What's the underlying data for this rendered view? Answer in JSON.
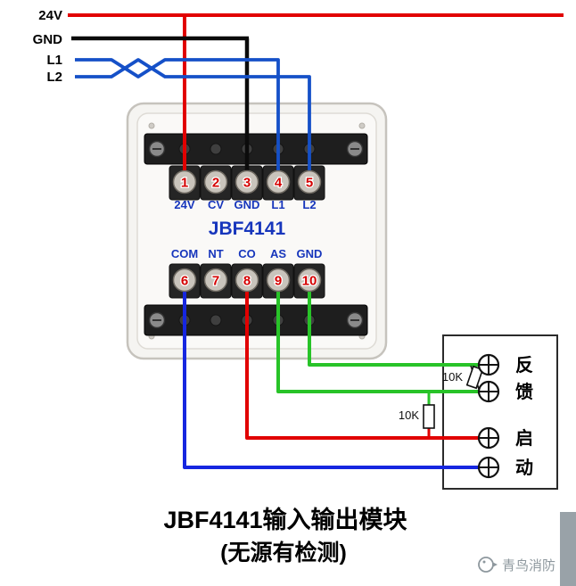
{
  "bus": {
    "labels": [
      "24V",
      "GND",
      "L1",
      "L2"
    ]
  },
  "module": {
    "name": "JBF4141",
    "top_terminals": [
      {
        "num": "1",
        "label": "24V"
      },
      {
        "num": "2",
        "label": "CV"
      },
      {
        "num": "3",
        "label": "GND"
      },
      {
        "num": "4",
        "label": "L1"
      },
      {
        "num": "5",
        "label": "L2"
      }
    ],
    "bottom_terminals": [
      {
        "num": "6",
        "label": "COM"
      },
      {
        "num": "7",
        "label": "NT"
      },
      {
        "num": "8",
        "label": "CO"
      },
      {
        "num": "9",
        "label": "AS"
      },
      {
        "num": "10",
        "label": "GND"
      }
    ]
  },
  "device": {
    "terminals": [
      "反",
      "馈",
      "启",
      "动"
    ],
    "feedback_resistor": "10K",
    "line_resistor": "10K"
  },
  "title": {
    "line1": "JBF4141输入输出模块",
    "line2": "(无源有检测)"
  },
  "watermark": {
    "brand": "青鸟消防"
  },
  "colors": {
    "wire_24v": "#e10000",
    "wire_gnd": "#0b0b0b",
    "wire_loop": "#1550c8",
    "wire_com": "#1626e0",
    "wire_co": "#e10000",
    "wire_feedback": "#28c328",
    "terminal_label_blue": "#1736bc",
    "terminal_number_red": "#d40000"
  }
}
